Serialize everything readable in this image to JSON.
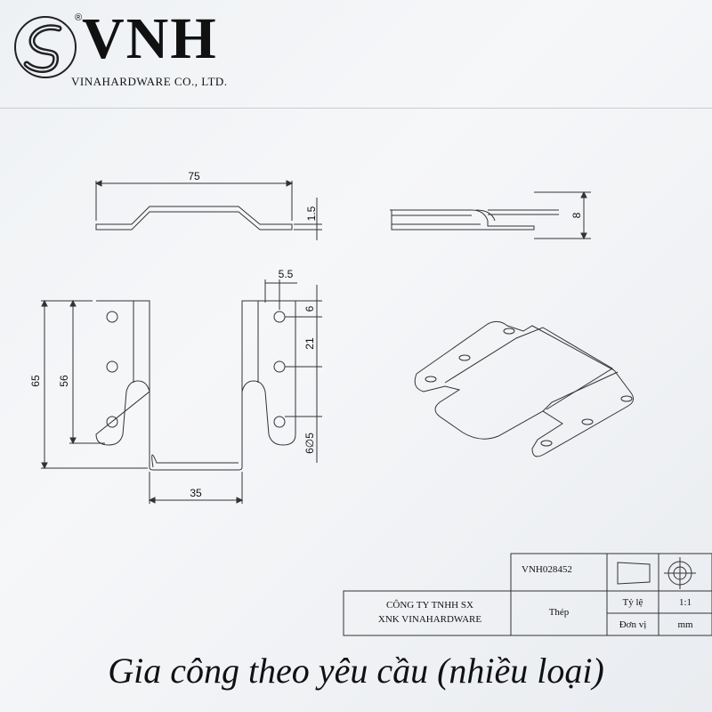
{
  "logo": {
    "brand": "VNH",
    "registered": "®",
    "company": "VINAHARDWARE CO., LTD.",
    "mark_icon": "vnh-swirl-logo"
  },
  "drawing": {
    "dim_top_width": "75",
    "dim_top_thickness": "1.5",
    "dim_side_height": "8",
    "dim_hole_spacing": "5.5",
    "dim_top_hole": "6",
    "dim_hole_pitch": "21",
    "dim_hole_dia": "6∅5",
    "dim_total_height": "65",
    "dim_inner_height": "56",
    "dim_slot_width": "35"
  },
  "title_block": {
    "part_code": "VNH028452",
    "company_line1": "CÔNG TY TNHH SX",
    "company_line2": "XNK VINAHARDWARE",
    "material": "Thép",
    "scale_label": "Tỷ lệ",
    "scale_value": "1:1",
    "unit_label": "Đơn vị",
    "unit_value": "mm"
  },
  "caption": "Gia công theo yêu cầu (nhiều loại)"
}
